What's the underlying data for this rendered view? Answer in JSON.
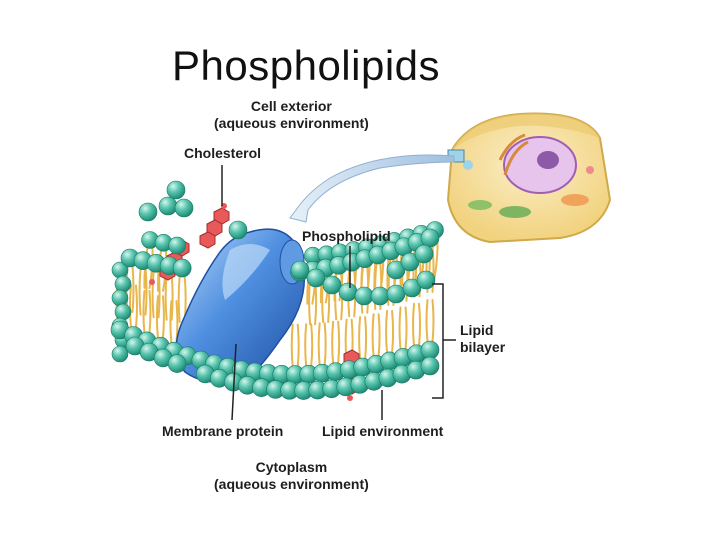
{
  "slide": {
    "title": "Phospholipids"
  },
  "labels": {
    "cell_exterior_line1": "Cell exterior",
    "cell_exterior_line2": "(aqueous environment)",
    "cholesterol": "Cholesterol",
    "phospholipid": "Phospholipid",
    "lipid_bilayer_line1": "Lipid",
    "lipid_bilayer_line2": "bilayer",
    "membrane_protein": "Membrane protein",
    "lipid_environment": "Lipid environment",
    "cytoplasm_line1": "Cytoplasm",
    "cytoplasm_line2": "(aqueous environment)"
  },
  "colors": {
    "head_group": "#4fbfa8",
    "head_highlight": "#bfeee2",
    "tail": "#e8b64a",
    "protein": "#4a86d6",
    "protein_highlight": "#a9cdf5",
    "cholesterol": "#e85a5a",
    "cell_cytoplasm": "#f6e3a8",
    "nucleus": "#cfa3d8",
    "arrow": "#c9dcee"
  }
}
